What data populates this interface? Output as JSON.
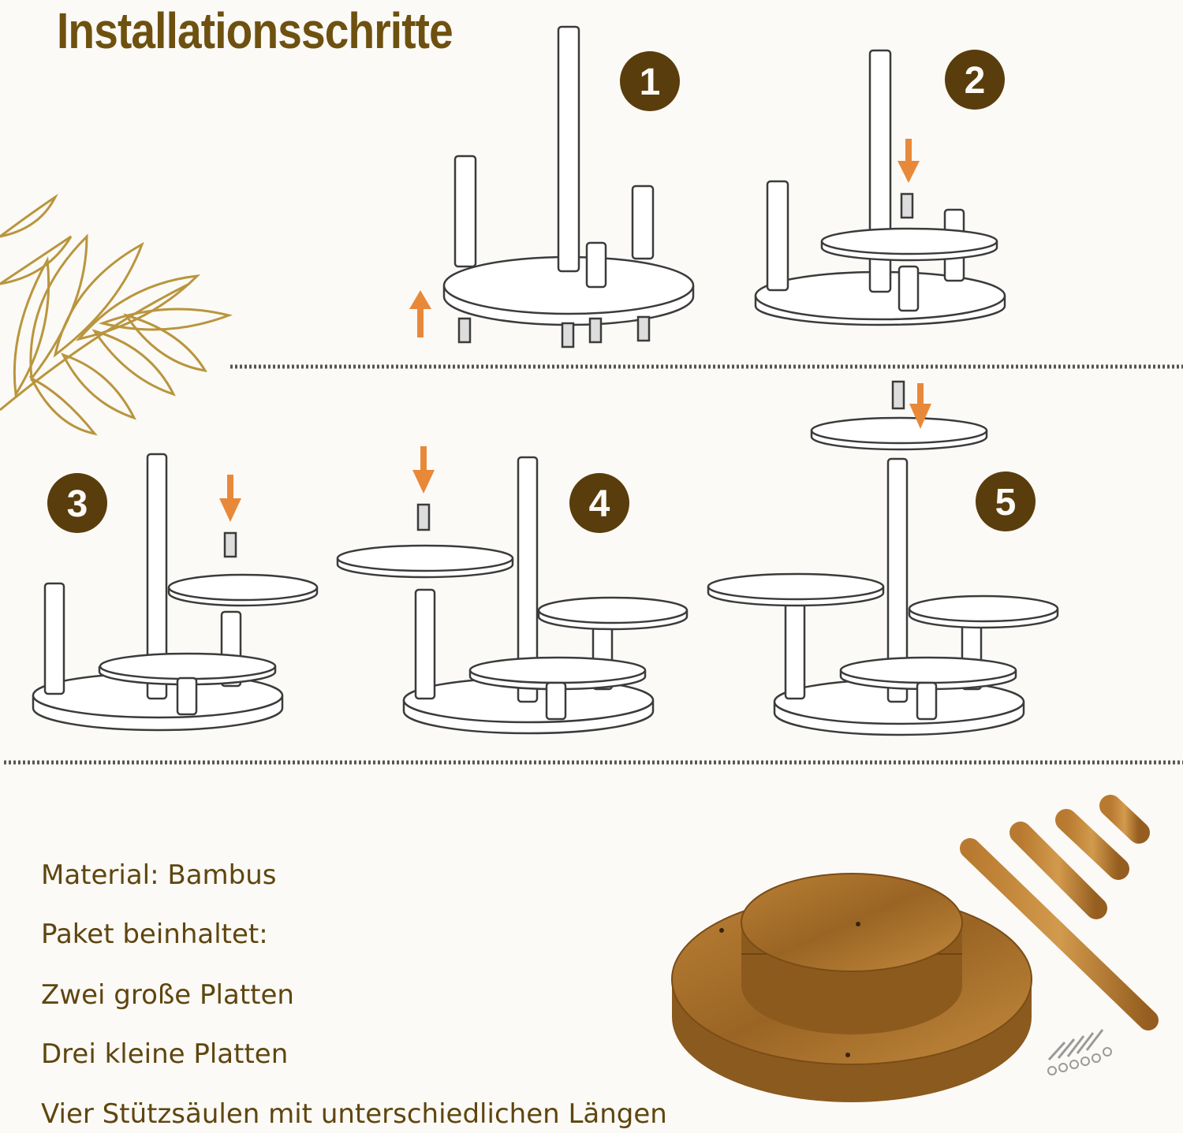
{
  "header": {
    "title": "Installationsschritte"
  },
  "steps": [
    {
      "number": "1"
    },
    {
      "number": "2"
    },
    {
      "number": "3"
    },
    {
      "number": "4"
    },
    {
      "number": "5"
    }
  ],
  "info": {
    "material": "Material: Bambus",
    "package_heading": "Paket beinhaltet:",
    "items": [
      "Zwei große Platten",
      "Drei kleine Platten",
      "Vier Stützsäulen mit unterschiedlichen Längen"
    ]
  },
  "colors": {
    "title": "#6e5110",
    "badge": "#5a3d0c",
    "arrow": "#e8893a",
    "line": "#3b3b3b",
    "wood": "#a9722c",
    "leaf": "#b9953d"
  }
}
